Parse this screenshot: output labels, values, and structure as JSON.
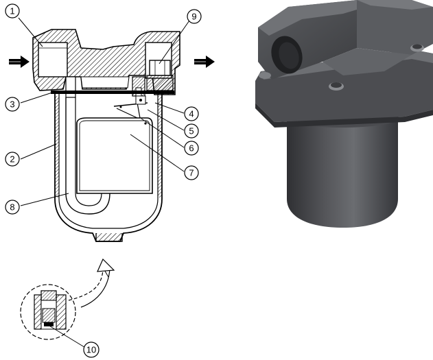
{
  "callouts": [
    {
      "id": "1",
      "label": "1"
    },
    {
      "id": "2",
      "label": "2"
    },
    {
      "id": "3",
      "label": "3"
    },
    {
      "id": "4",
      "label": "4"
    },
    {
      "id": "5",
      "label": "5"
    },
    {
      "id": "6",
      "label": "6"
    },
    {
      "id": "7",
      "label": "7"
    },
    {
      "id": "8",
      "label": "8"
    },
    {
      "id": "9",
      "label": "9"
    },
    {
      "id": "10",
      "label": "10"
    }
  ],
  "colors": {
    "line": "#000000",
    "hatch": "#000000",
    "render_dark": "#3d3e41",
    "render_mid": "#55565a",
    "render_light": "#74767a"
  },
  "icons": [
    "inlet-arrow-icon",
    "outlet-arrow-icon",
    "detail-curved-arrow-icon"
  ]
}
